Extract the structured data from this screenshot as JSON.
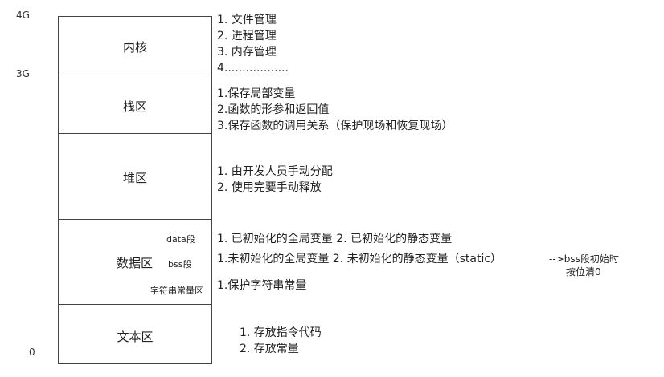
{
  "axis": {
    "top": "4G",
    "mid": "3G",
    "bottom": "0"
  },
  "segments": {
    "kernel": {
      "label": "内核",
      "notes": [
        "1. 文件管理",
        "2. 进程管理",
        "3. 内存管理",
        "4.................."
      ]
    },
    "stack": {
      "label": "栈区",
      "notes": [
        "1.保存局部变量",
        "2.函数的形参和返回值",
        "3.保存函数的调用关系（保护现场和恢复现场）"
      ]
    },
    "heap": {
      "label": "堆区",
      "notes": [
        "1. 由开发人员手动分配",
        "2. 使用完要手动释放"
      ]
    },
    "data": {
      "label": "数据区",
      "sub": {
        "data": "data段",
        "bss": "bss段",
        "rodata": "字符串常量区"
      },
      "notes": {
        "data": "1. 已初始化的全局变量 2. 已初始化的静态变量",
        "bss": "1.未初始化的全局变量  2. 未初始化的静态变量（static）",
        "rodata": "1.保护字符串常量"
      },
      "bss_side": [
        "-->bss段初始时",
        "按位清0"
      ]
    },
    "text": {
      "label": "文本区",
      "notes": [
        "1. 存放指令代码",
        "2. 存放常量"
      ]
    }
  }
}
